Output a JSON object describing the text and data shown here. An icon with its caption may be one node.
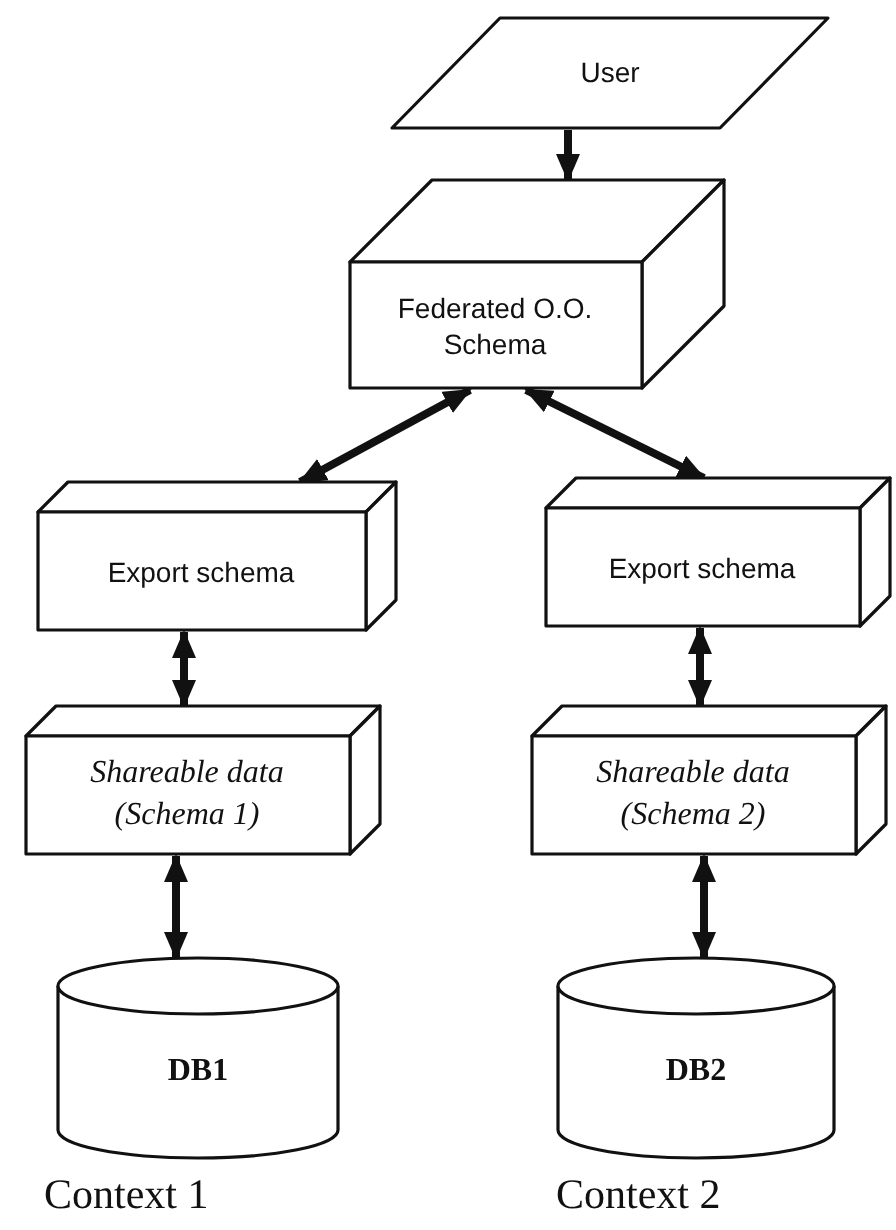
{
  "diagram": {
    "nodes": [
      {
        "text": [
          "User"
        ]
      },
      {
        "text": [
          "Federated O.O. Schema"
        ]
      },
      {
        "text": [
          "Export schema"
        ]
      },
      {
        "text": [
          "Export schema"
        ]
      },
      {
        "text": [
          "Shareable data (Schema 1)"
        ]
      },
      {
        "text": [
          "Shareable data (Schema 2)"
        ]
      },
      {
        "text": [
          "DB1"
        ]
      },
      {
        "text": [
          "DB2"
        ]
      }
    ],
    "edges": [
      {
        "from": 0,
        "to": 1,
        "arrow": "to"
      },
      {
        "from": 1,
        "to": 2,
        "arrow": "both"
      },
      {
        "from": 1,
        "to": 3,
        "arrow": "both"
      },
      {
        "from": 2,
        "to": 4,
        "arrow": "both"
      },
      {
        "from": 3,
        "to": 5,
        "arrow": "both"
      },
      {
        "from": 4,
        "to": 6,
        "arrow": "both"
      },
      {
        "from": 5,
        "to": 7,
        "arrow": "both"
      }
    ],
    "labels": [
      "Context 1",
      "Context 2"
    ]
  }
}
